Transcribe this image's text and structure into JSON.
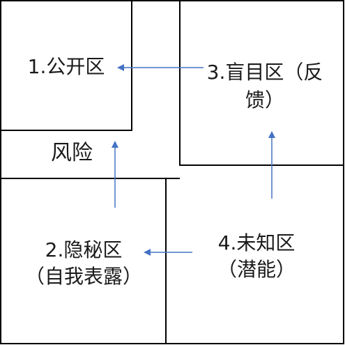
{
  "quadrants": {
    "public": {
      "line1": "1.公开区"
    },
    "blind": {
      "line1": "3.盲目区（反",
      "line2": "馈）"
    },
    "risk": {
      "label": "风险"
    },
    "hidden": {
      "line1": "2.隐秘区",
      "line2": "（自我表露）"
    },
    "unknown": {
      "line1": "4.未知区",
      "line2": "（潜能）"
    }
  },
  "colors": {
    "border": "#000000",
    "arrow": "#4472c4",
    "text": "#1a1a1a"
  }
}
